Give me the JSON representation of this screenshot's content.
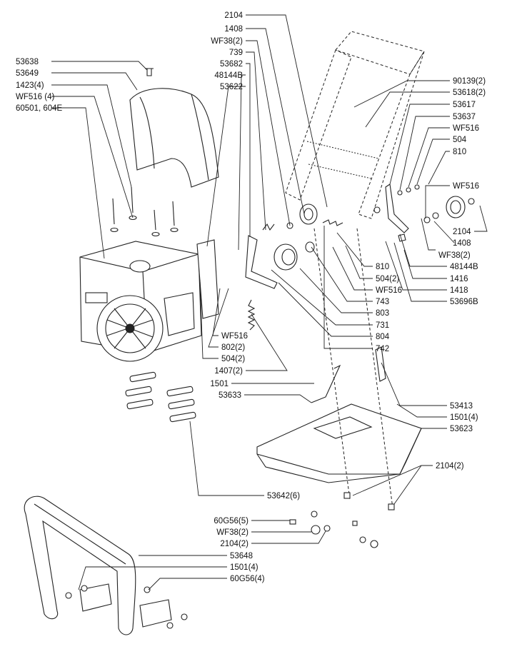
{
  "callouts": {
    "c2104_top": "2104",
    "c1408_top": "1408",
    "cwf38_top": "WF38(2)",
    "c739": "739",
    "c53682": "53682",
    "c48144b_l": "48144B",
    "c53622": "53622",
    "c53638": "53638",
    "c53649": "53649",
    "c1423": "1423(4)",
    "cwf516_l": "WF516 (4)",
    "c60501": "60501, 604E",
    "c90139": "90139(2)",
    "c53618": "53618(2)",
    "c53617": "53617",
    "c53637": "53637",
    "cwf516_r1": "WF516",
    "c504_r": "504",
    "c810_r": "810",
    "cwf516_r2": "WF516",
    "c2104_r": "2104",
    "c1408_r": "1408",
    "cwf38_r": "WF38(2)",
    "c48144b_r": "48144B",
    "c1416": "1416",
    "c1418": "1418",
    "c53696b": "53696B",
    "c810_m": "810",
    "c504_2_m": "504(2)",
    "cwf516_m": "WF516",
    "c743": "743",
    "c803": "803",
    "c731": "731",
    "c804": "804",
    "c742": "742",
    "cwf516_ml": "WF516",
    "c802": "802(2)",
    "c504_2_ml": "504(2)",
    "c1407": "1407(2)",
    "c1501_l": "1501",
    "c53633": "53633",
    "c53413": "53413",
    "c1501_4_r": "1501(4)",
    "c53623": "53623",
    "c2104_2_r": "2104(2)",
    "c53642": "53642(6)",
    "c60g56_5": "60G56(5)",
    "cwf38_2_b": "WF38(2)",
    "c2104_2_b": "2104(2)",
    "c53648": "53648",
    "c1501_4_b": "1501(4)",
    "c60g56_4": "60G56(4)"
  }
}
